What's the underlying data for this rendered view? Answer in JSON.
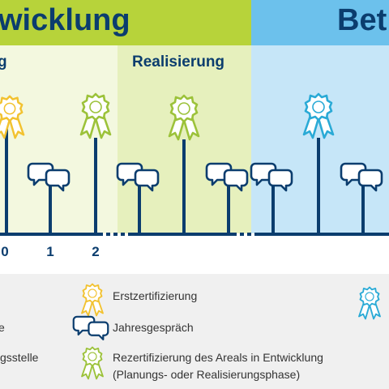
{
  "colors": {
    "dev_header": "#b7d33a",
    "dev_bg_light": "#f3f8df",
    "dev_bg_mid": "#e6f0bd",
    "bet_header": "#6cc1ec",
    "bet_bg": "#c6e6f8",
    "navy": "#0b3d6e",
    "legend_bg": "#f0f0f0",
    "award_yellow": "#f2c230",
    "award_green": "#9cc23a",
    "award_cyan": "#2aaad6"
  },
  "header": {
    "development": "wicklung",
    "operation": "Bet"
  },
  "phases": {
    "planning_fragment": "g",
    "realization": "Realisierung"
  },
  "axis": {
    "labels": [
      "0",
      "1",
      "2"
    ]
  },
  "icons": {
    "award_first": "award-rosette-icon",
    "award_recert": "award-rosette-icon",
    "award_operation": "award-rosette-icon",
    "chat": "speech-bubbles-icon"
  },
  "legend": {
    "left_fragments": [
      "e",
      "gsstelle"
    ],
    "items": [
      {
        "icon": "award-rosette-icon",
        "label": "Erstzertifizierung"
      },
      {
        "icon": "speech-bubbles-icon",
        "label": "Jahresgespräch"
      },
      {
        "icon": "award-rosette-icon",
        "label_line1": "Rezertifizierung des Areals in Entwicklung",
        "label_line2": "(Planungs- oder Realisierungsphase)"
      }
    ]
  }
}
